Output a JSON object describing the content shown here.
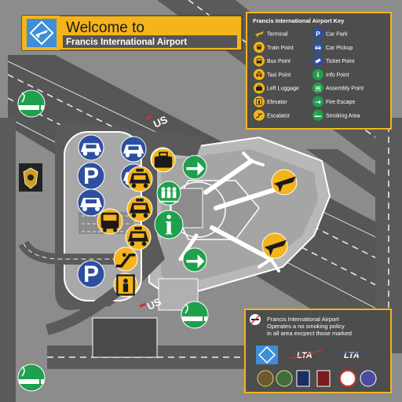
{
  "header": {
    "title": "Welcome to",
    "subtitle": "Francis International Airport",
    "logo_icon": "plane-logo-icon"
  },
  "key": {
    "title": "Francis International Airport Key",
    "left_items": [
      {
        "label": "Terminal",
        "icon": "plane-icon"
      },
      {
        "label": "Train Point",
        "icon": "train-icon"
      },
      {
        "label": "Bus Point",
        "icon": "bus-icon"
      },
      {
        "label": "Taxi Point",
        "icon": "taxi-icon"
      },
      {
        "label": "Left Luggage",
        "icon": "luggage-icon"
      },
      {
        "label": "Elevator",
        "icon": "elevator-icon"
      },
      {
        "label": "Escalator",
        "icon": "escalator-icon"
      }
    ],
    "right_items": [
      {
        "label": "Car Park",
        "icon": "parking-icon"
      },
      {
        "label": "Car Pickup",
        "icon": "car-icon"
      },
      {
        "label": "Ticket Point",
        "icon": "ticket-icon"
      },
      {
        "label": "Info Point",
        "icon": "info-icon"
      },
      {
        "label": "Assembly Point",
        "icon": "assembly-icon"
      },
      {
        "label": "Fire Escape",
        "icon": "fire-escape-icon"
      },
      {
        "label": "Smoking Area",
        "icon": "smoking-icon"
      }
    ]
  },
  "notice": {
    "line1": "Francis International Airport",
    "line2": "Operates a no smoking policy",
    "line3": "in all area excpect those marked",
    "icon": "no-smoking-icon"
  },
  "map": {
    "road_marking": "US",
    "parking_letter": "P",
    "info_letter": "i",
    "logos": [
      "LTA",
      "LTA"
    ]
  },
  "colors": {
    "header_yellow": "#f4b41a",
    "panel_dark": "#4d4d4d",
    "blue": "#2d4f9f",
    "green": "#1fa04d",
    "road": "#5a5a5a",
    "background": "#8c8c8c"
  }
}
